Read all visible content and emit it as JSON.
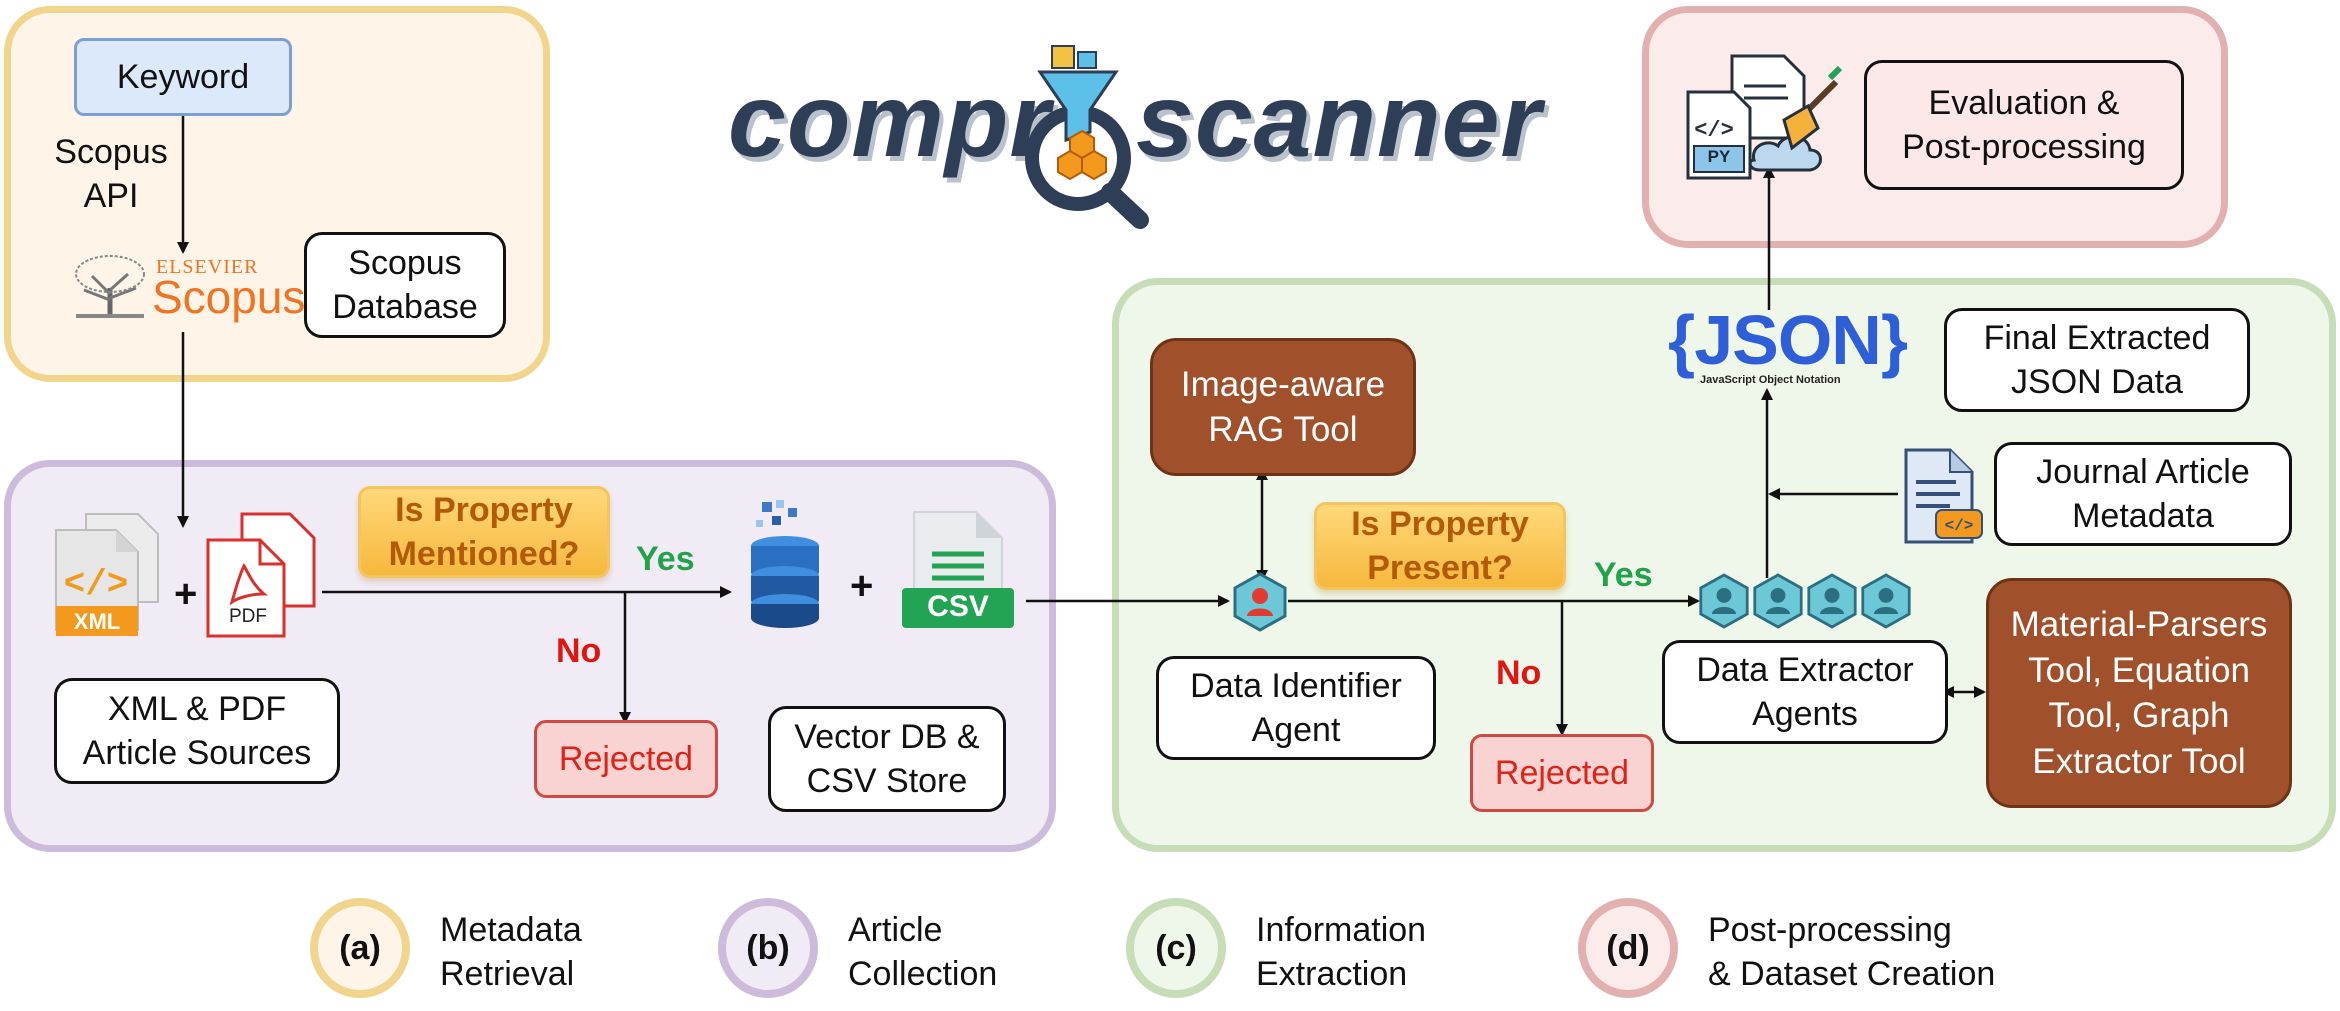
{
  "logo": {
    "left": "compr",
    "right": "scanner"
  },
  "regions": {
    "a": {
      "color": "#f2d58d",
      "fill": "#fef4e8"
    },
    "b": {
      "color": "#cdbbdb",
      "fill": "#f1ebf5"
    },
    "c": {
      "color": "#c6ddb8",
      "fill": "#eff7ea"
    },
    "d": {
      "color": "#e3b0b0",
      "fill": "#fcebeb"
    }
  },
  "metadata": {
    "keyword": "Keyword",
    "api_label": "Scopus\nAPI",
    "elsevier_label": "ELSEVIER",
    "scopus_label": "Scopus",
    "database_label": "Scopus\nDatabase"
  },
  "article": {
    "xml_badge": "XML",
    "pdf_label": "PDF",
    "question": "Is Property\nMentioned?",
    "yes": "Yes",
    "no": "No",
    "rejected": "Rejected",
    "csv_badge": "CSV",
    "sources_label": "XML & PDF\nArticle Sources",
    "store_label": "Vector DB &\nCSV Store",
    "plus": "+"
  },
  "extraction": {
    "rag_tool": "Image-aware\nRAG Tool",
    "question": "Is Property\nPresent?",
    "yes": "Yes",
    "no": "No",
    "rejected": "Rejected",
    "identifier_agent": "Data Identifier\nAgent",
    "extractor_agents": "Data Extractor\nAgents",
    "tools": "Material-Parsers\nTool, Equation\nTool, Graph\nExtractor Tool",
    "json_logo": "{JSON}",
    "json_subtitle": "JavaScript Object Notation",
    "final_json": "Final Extracted\nJSON Data",
    "metadata": "Journal Article\nMetadata"
  },
  "postprocessing": {
    "label": "Evaluation &\nPost-processing",
    "py_badge": "PY"
  },
  "legend": [
    {
      "letter": "(a)",
      "text": "Metadata\nRetrieval"
    },
    {
      "letter": "(b)",
      "text": "Article\nCollection"
    },
    {
      "letter": "(c)",
      "text": "Information\nExtraction"
    },
    {
      "letter": "(d)",
      "text": "Post-processing\n& Dataset Creation"
    }
  ]
}
